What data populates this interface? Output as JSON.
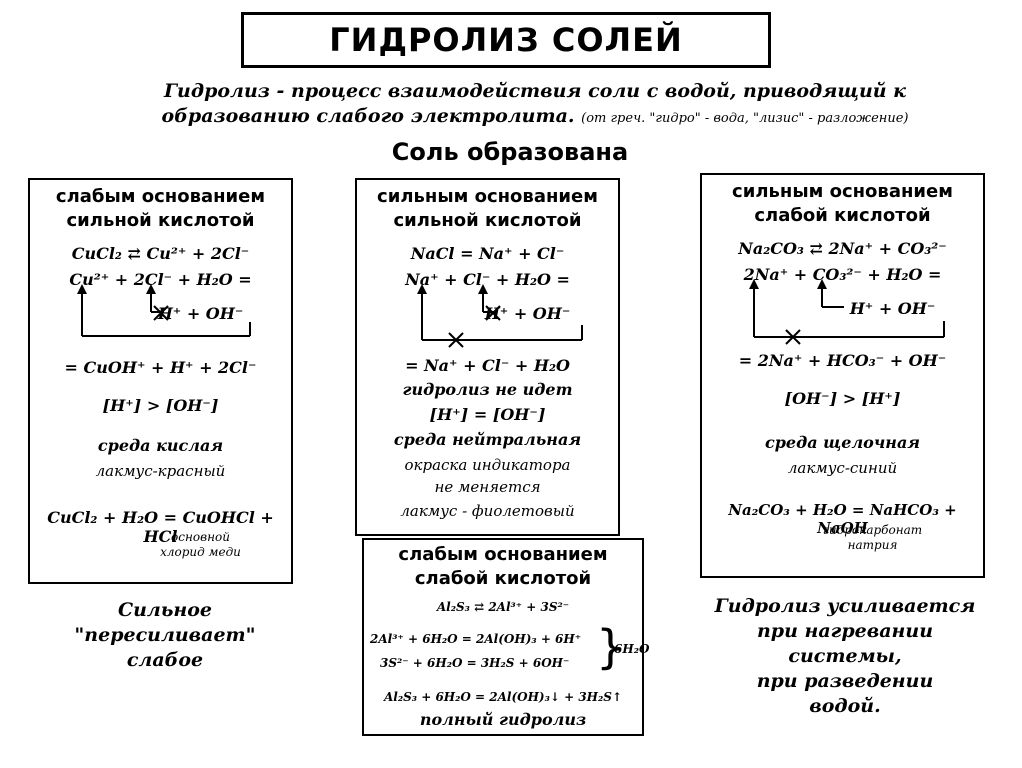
{
  "title": "ГИДРОЛИЗ СОЛЕЙ",
  "definition": {
    "line1": "Гидролиз - процесс взаимодействия соли  с водой, приводящий к",
    "line2": "образованию слабого электролита.",
    "origin": "(от греч. \"гидро\" - вода, \"лизис\" - разложение)"
  },
  "subtitle": "Соль образована",
  "box_weak_base": {
    "header1": "слабым основанием",
    "header2": "сильной кислотой",
    "eq1": "CuCl₂ ⇄ Cu²⁺ + 2Cl⁻",
    "eq2": "Cu²⁺ + 2Cl⁻ + H₂O =",
    "eq3": "H⁺ + OH⁻",
    "eq4": "= CuOH⁺ + H⁺ + 2Cl⁻",
    "relation": "[H⁺] > [OH⁻]",
    "medium": "среда кислая",
    "litmus": "лакмус-красный",
    "eq5": "CuCl₂ + H₂O = CuOHCl + HCl",
    "product1": "основной",
    "product2": "хлорид меди"
  },
  "box_strong_strong": {
    "header1": "сильным основанием",
    "header2": "сильной кислотой",
    "eq1": "NaCl = Na⁺ + Cl⁻",
    "eq2": "Na⁺ + Cl⁻ + H₂O =",
    "eq3": "H⁺ + OH⁻",
    "eq4": "= Na⁺ + Cl⁻  + H₂O",
    "no_hydrolysis": "гидролиз не идет",
    "relation": "[H⁺] = [OH⁻]",
    "medium": "среда нейтральная",
    "color1": "окраска индикатора",
    "color2": "не меняется",
    "litmus": "лакмус - фиолетовый"
  },
  "box_weak_weak": {
    "header1": "слабым основанием",
    "header2": "слабой кислотой",
    "eq1": "Al₂S₃ ⇄ 2Al³⁺ + 3S²⁻",
    "eq2": "2Al³⁺ + 6H₂O = 2Al(OH)₃ + 6H⁺",
    "eq3": "3S²⁻ + 6H₂O = 3H₂S + 6OH⁻",
    "brace_label": "6H₂O",
    "eq4": "Al₂S₃ + 6H₂O = 2Al(OH)₃↓ + 3H₂S↑",
    "full": "полный гидролиз"
  },
  "box_weak_acid": {
    "header1": "сильным основанием",
    "header2": "слабой кислотой",
    "eq1": "Na₂CO₃ ⇄ 2Na⁺ + CO₃²⁻",
    "eq2": "2Na⁺ + CO₃²⁻ + H₂O =",
    "eq3": "H⁺ + OH⁻",
    "eq4": "= 2Na⁺ + HCO₃⁻ + OH⁻",
    "relation": "[OH⁻] > [H⁺]",
    "medium": "среда щелочная",
    "litmus": "лакмус-синий",
    "eq5": "Na₂CO₃ + H₂O = NaHCO₃ + NaOH",
    "product1": "гидрокарбонат",
    "product2": "натрия"
  },
  "note_left": [
    "Сильное",
    "\"пересиливает\"",
    "слабое"
  ],
  "note_right": [
    "Гидролиз усиливается",
    "при нагревании",
    "системы,",
    "при разведении",
    "водой."
  ]
}
